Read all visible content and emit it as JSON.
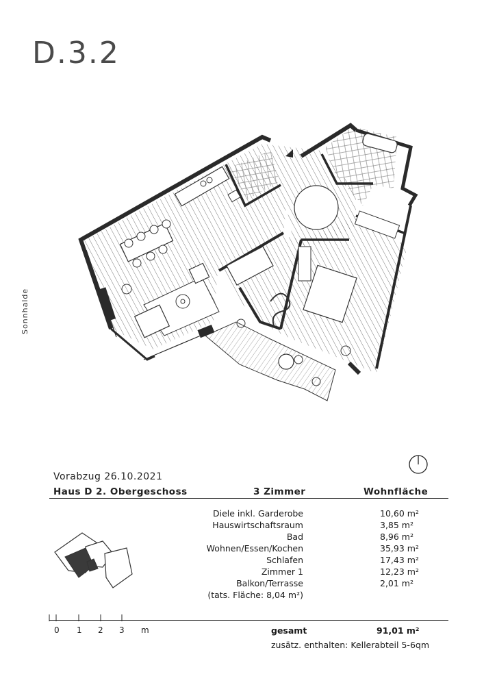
{
  "header": {
    "unit_id": "D.3.2"
  },
  "plan": {
    "street_label": "Sonnhalde"
  },
  "info": {
    "draft_date": "Vorabzug 26.10.2021",
    "house_floor": "Haus D  2. Obergeschoss",
    "rooms_count": "3 Zimmer",
    "area_heading": "Wohnfläche"
  },
  "rooms": [
    {
      "name": "Diele inkl. Garderobe",
      "area": "10,60 m²"
    },
    {
      "name": "Hauswirtschaftsraum",
      "area": "3,85 m²"
    },
    {
      "name": "Bad",
      "area": "8,96 m²"
    },
    {
      "name": "Wohnen/Essen/Kochen",
      "area": "35,93 m²"
    },
    {
      "name": "Schlafen",
      "area": "17,43 m²"
    },
    {
      "name": "Zimmer 1",
      "area": "12,23 m²"
    },
    {
      "name": "Balkon/Terrasse",
      "area": "2,01 m²"
    },
    {
      "name": "(tats. Fläche: 8,04 m²)",
      "area": ""
    }
  ],
  "scale": {
    "ticks": [
      "0",
      "1",
      "2",
      "3"
    ],
    "unit": "m"
  },
  "total": {
    "label": "gesamt",
    "value": "91,01 m²",
    "note": "zusätz. enthalten:  Kellerabteil 5-6qm"
  }
}
